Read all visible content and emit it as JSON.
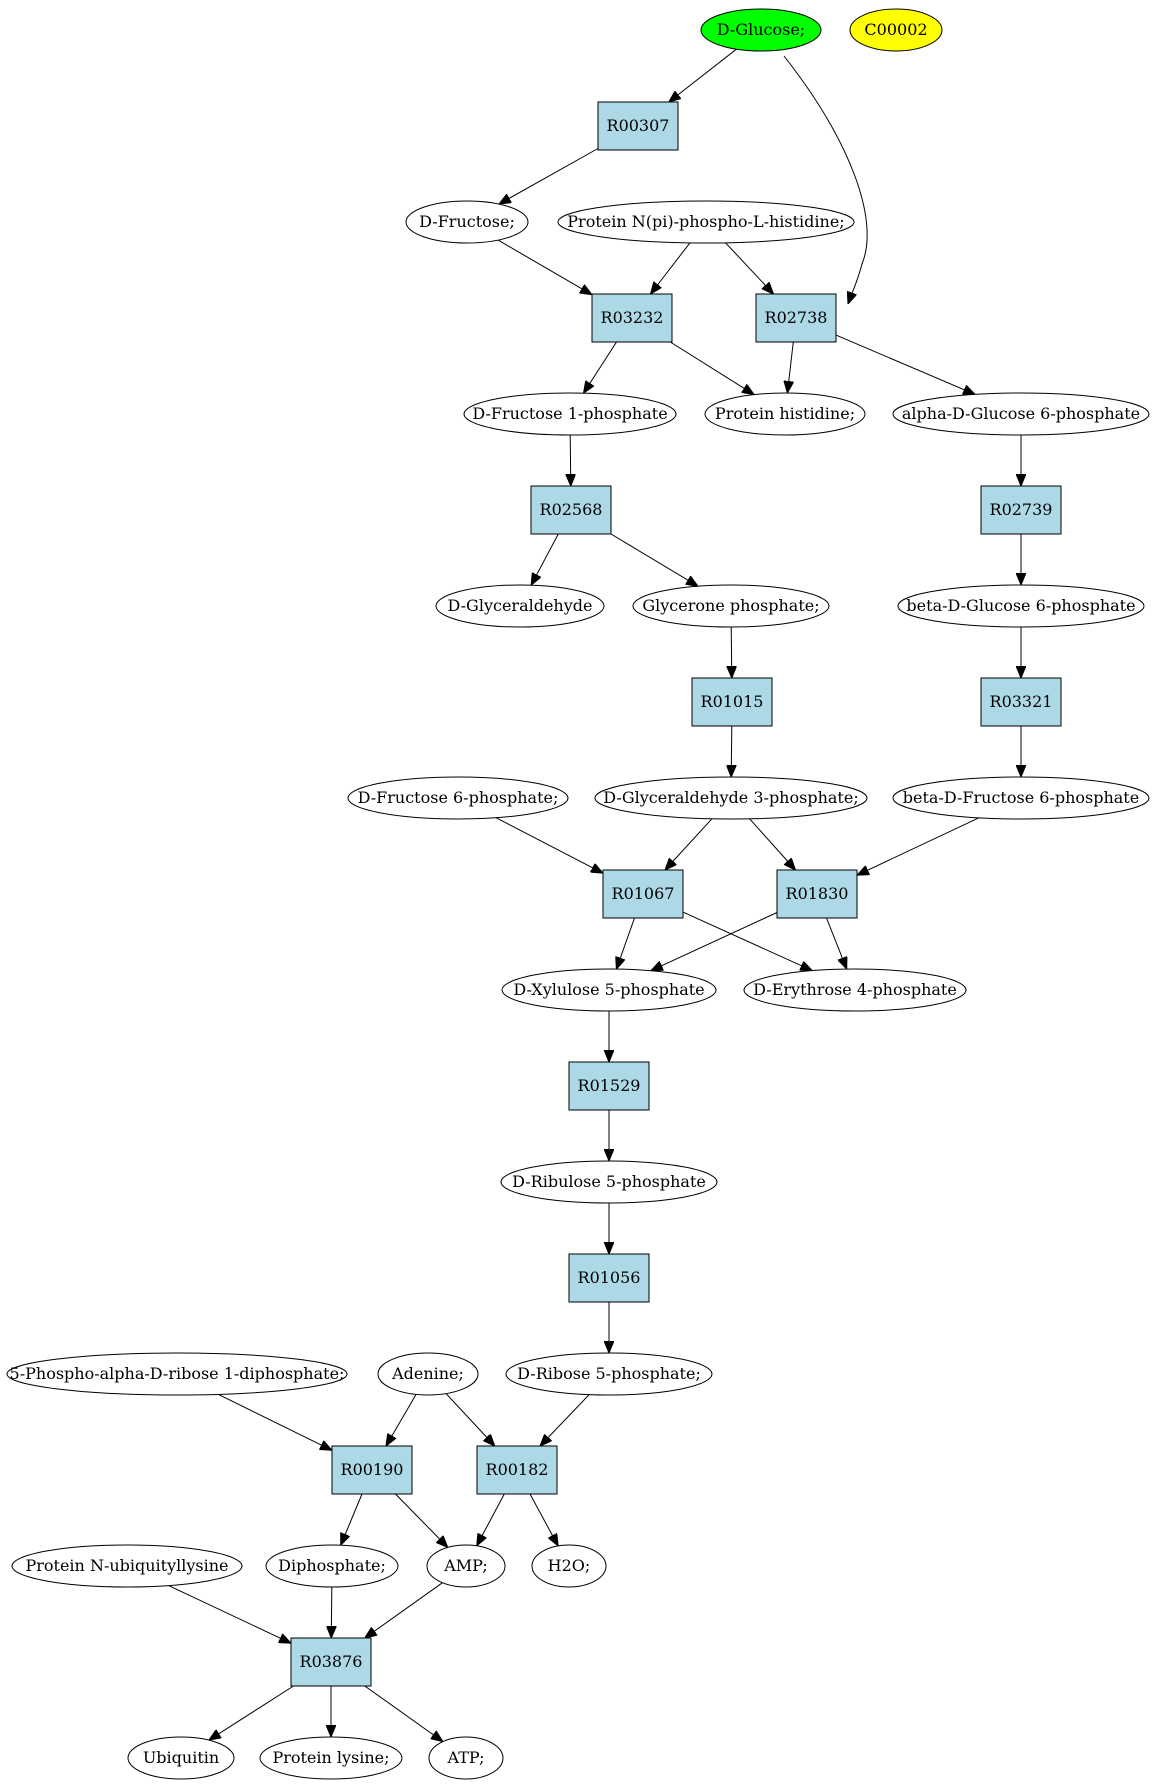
{
  "colors": {
    "start_compound": "#00ff00",
    "highlight_compound": "#ffff00",
    "reaction": "#add8e6",
    "compound": "#ffffff"
  },
  "nodes": [
    {
      "id": "glucose",
      "label": "D-Glucose;",
      "kind": "compound",
      "fill": "#00ff00"
    },
    {
      "id": "c00002",
      "label": "C00002",
      "kind": "compound",
      "fill": "#ffff00"
    },
    {
      "id": "r00307",
      "label": "R00307",
      "kind": "reaction"
    },
    {
      "id": "fructose",
      "label": "D-Fructose;",
      "kind": "compound"
    },
    {
      "id": "protein_nphis",
      "label": "Protein N(pi)-phospho-L-histidine;",
      "kind": "compound"
    },
    {
      "id": "r03232",
      "label": "R03232",
      "kind": "reaction"
    },
    {
      "id": "r02738",
      "label": "R02738",
      "kind": "reaction"
    },
    {
      "id": "fructose1p",
      "label": "D-Fructose 1-phosphate",
      "kind": "compound"
    },
    {
      "id": "protein_his",
      "label": "Protein histidine;",
      "kind": "compound"
    },
    {
      "id": "a_glucose6p",
      "label": "alpha-D-Glucose 6-phosphate",
      "kind": "compound"
    },
    {
      "id": "r02568",
      "label": "R02568",
      "kind": "reaction"
    },
    {
      "id": "r02739",
      "label": "R02739",
      "kind": "reaction"
    },
    {
      "id": "glyceraldehyde",
      "label": "D-Glyceraldehyde",
      "kind": "compound"
    },
    {
      "id": "glycerone_p",
      "label": "Glycerone phosphate;",
      "kind": "compound"
    },
    {
      "id": "b_glucose6p",
      "label": "beta-D-Glucose 6-phosphate",
      "kind": "compound"
    },
    {
      "id": "r01015",
      "label": "R01015",
      "kind": "reaction"
    },
    {
      "id": "r03321",
      "label": "R03321",
      "kind": "reaction"
    },
    {
      "id": "fructose6p",
      "label": "D-Fructose 6-phosphate;",
      "kind": "compound"
    },
    {
      "id": "gap",
      "label": "D-Glyceraldehyde 3-phosphate;",
      "kind": "compound"
    },
    {
      "id": "b_fructose6p",
      "label": "beta-D-Fructose 6-phosphate",
      "kind": "compound"
    },
    {
      "id": "r01067",
      "label": "R01067",
      "kind": "reaction"
    },
    {
      "id": "r01830",
      "label": "R01830",
      "kind": "reaction"
    },
    {
      "id": "xylulose5p",
      "label": "D-Xylulose 5-phosphate",
      "kind": "compound"
    },
    {
      "id": "erythrose4p",
      "label": "D-Erythrose 4-phosphate",
      "kind": "compound"
    },
    {
      "id": "r01529",
      "label": "R01529",
      "kind": "reaction"
    },
    {
      "id": "ribulose5p",
      "label": "D-Ribulose 5-phosphate",
      "kind": "compound"
    },
    {
      "id": "r01056",
      "label": "R01056",
      "kind": "reaction"
    },
    {
      "id": "prpp",
      "label": "5-Phospho-alpha-D-ribose 1-diphosphate;",
      "kind": "compound"
    },
    {
      "id": "adenine",
      "label": "Adenine;",
      "kind": "compound"
    },
    {
      "id": "ribose5p",
      "label": "D-Ribose 5-phosphate;",
      "kind": "compound"
    },
    {
      "id": "r00190",
      "label": "R00190",
      "kind": "reaction"
    },
    {
      "id": "r00182",
      "label": "R00182",
      "kind": "reaction"
    },
    {
      "id": "protein_ubq",
      "label": "Protein N-ubiquityllysine",
      "kind": "compound"
    },
    {
      "id": "diphosphate",
      "label": "Diphosphate;",
      "kind": "compound"
    },
    {
      "id": "amp",
      "label": "AMP;",
      "kind": "compound"
    },
    {
      "id": "h2o",
      "label": "H2O;",
      "kind": "compound"
    },
    {
      "id": "r03876",
      "label": "R03876",
      "kind": "reaction"
    },
    {
      "id": "ubiquitin",
      "label": "Ubiquitin",
      "kind": "compound"
    },
    {
      "id": "protein_lys",
      "label": "Protein lysine;",
      "kind": "compound"
    },
    {
      "id": "atp",
      "label": "ATP;",
      "kind": "compound"
    }
  ],
  "edges": [
    {
      "from": "glucose",
      "to": "r00307"
    },
    {
      "from": "glucose",
      "to": "r02738"
    },
    {
      "from": "r00307",
      "to": "fructose"
    },
    {
      "from": "fructose",
      "to": "r03232"
    },
    {
      "from": "protein_nphis",
      "to": "r03232"
    },
    {
      "from": "protein_nphis",
      "to": "r02738"
    },
    {
      "from": "r03232",
      "to": "fructose1p"
    },
    {
      "from": "r03232",
      "to": "protein_his"
    },
    {
      "from": "r02738",
      "to": "protein_his"
    },
    {
      "from": "r02738",
      "to": "a_glucose6p"
    },
    {
      "from": "fructose1p",
      "to": "r02568"
    },
    {
      "from": "a_glucose6p",
      "to": "r02739"
    },
    {
      "from": "r02568",
      "to": "glyceraldehyde"
    },
    {
      "from": "r02568",
      "to": "glycerone_p"
    },
    {
      "from": "r02739",
      "to": "b_glucose6p"
    },
    {
      "from": "glycerone_p",
      "to": "r01015"
    },
    {
      "from": "b_glucose6p",
      "to": "r03321"
    },
    {
      "from": "r01015",
      "to": "gap"
    },
    {
      "from": "r03321",
      "to": "b_fructose6p"
    },
    {
      "from": "fructose6p",
      "to": "r01067"
    },
    {
      "from": "gap",
      "to": "r01067"
    },
    {
      "from": "gap",
      "to": "r01830"
    },
    {
      "from": "b_fructose6p",
      "to": "r01830"
    },
    {
      "from": "r01067",
      "to": "xylulose5p"
    },
    {
      "from": "r01067",
      "to": "erythrose4p"
    },
    {
      "from": "r01830",
      "to": "xylulose5p"
    },
    {
      "from": "r01830",
      "to": "erythrose4p"
    },
    {
      "from": "xylulose5p",
      "to": "r01529"
    },
    {
      "from": "r01529",
      "to": "ribulose5p"
    },
    {
      "from": "ribulose5p",
      "to": "r01056"
    },
    {
      "from": "r01056",
      "to": "ribose5p"
    },
    {
      "from": "prpp",
      "to": "r00190"
    },
    {
      "from": "adenine",
      "to": "r00190"
    },
    {
      "from": "adenine",
      "to": "r00182"
    },
    {
      "from": "ribose5p",
      "to": "r00182"
    },
    {
      "from": "r00190",
      "to": "diphosphate"
    },
    {
      "from": "r00190",
      "to": "amp"
    },
    {
      "from": "r00182",
      "to": "amp"
    },
    {
      "from": "r00182",
      "to": "h2o"
    },
    {
      "from": "protein_ubq",
      "to": "r03876"
    },
    {
      "from": "diphosphate",
      "to": "r03876"
    },
    {
      "from": "amp",
      "to": "r03876"
    },
    {
      "from": "r03876",
      "to": "ubiquitin"
    },
    {
      "from": "r03876",
      "to": "protein_lys"
    },
    {
      "from": "r03876",
      "to": "atp"
    }
  ]
}
